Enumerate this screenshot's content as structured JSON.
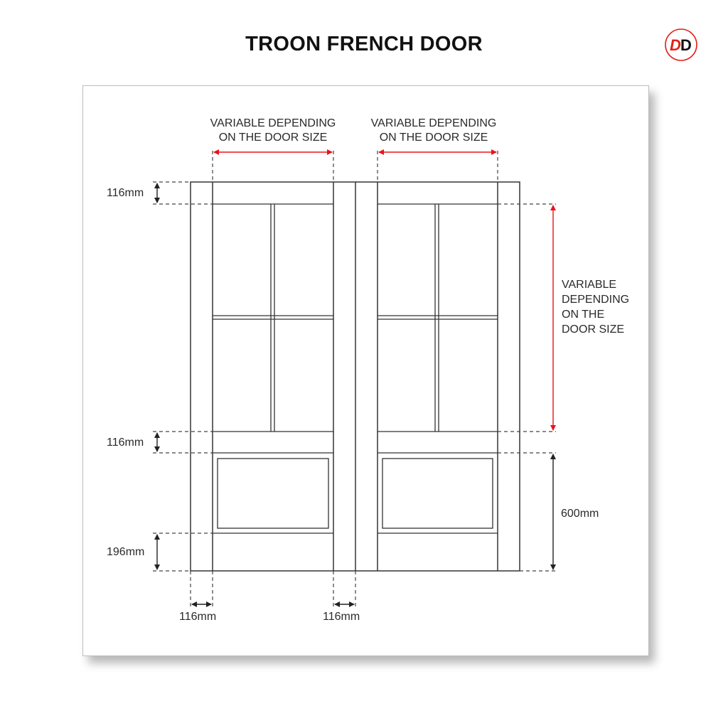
{
  "title": "TROON FRENCH DOOR",
  "logo": {
    "text_left": "D",
    "text_right": "D",
    "ring_color": "#e32119",
    "left_color": "#e32119",
    "right_color": "#111111"
  },
  "annotations": {
    "top_left_width": [
      "VARIABLE DEPENDING",
      "ON THE DOOR SIZE"
    ],
    "top_right_width": [
      "VARIABLE DEPENDING",
      "ON THE DOOR SIZE"
    ],
    "glass_height": [
      "VARIABLE",
      "DEPENDING",
      "ON THE",
      "DOOR SIZE"
    ],
    "top_rail": "116mm",
    "lock_rail": "116mm",
    "bottom_rail": "196mm",
    "panel_height": "600mm",
    "left_stile": "116mm",
    "center_stile": "116mm"
  },
  "colors": {
    "variable_dimension": "#e8141c",
    "fixed_dimension": "#222222",
    "line": "#333333"
  }
}
